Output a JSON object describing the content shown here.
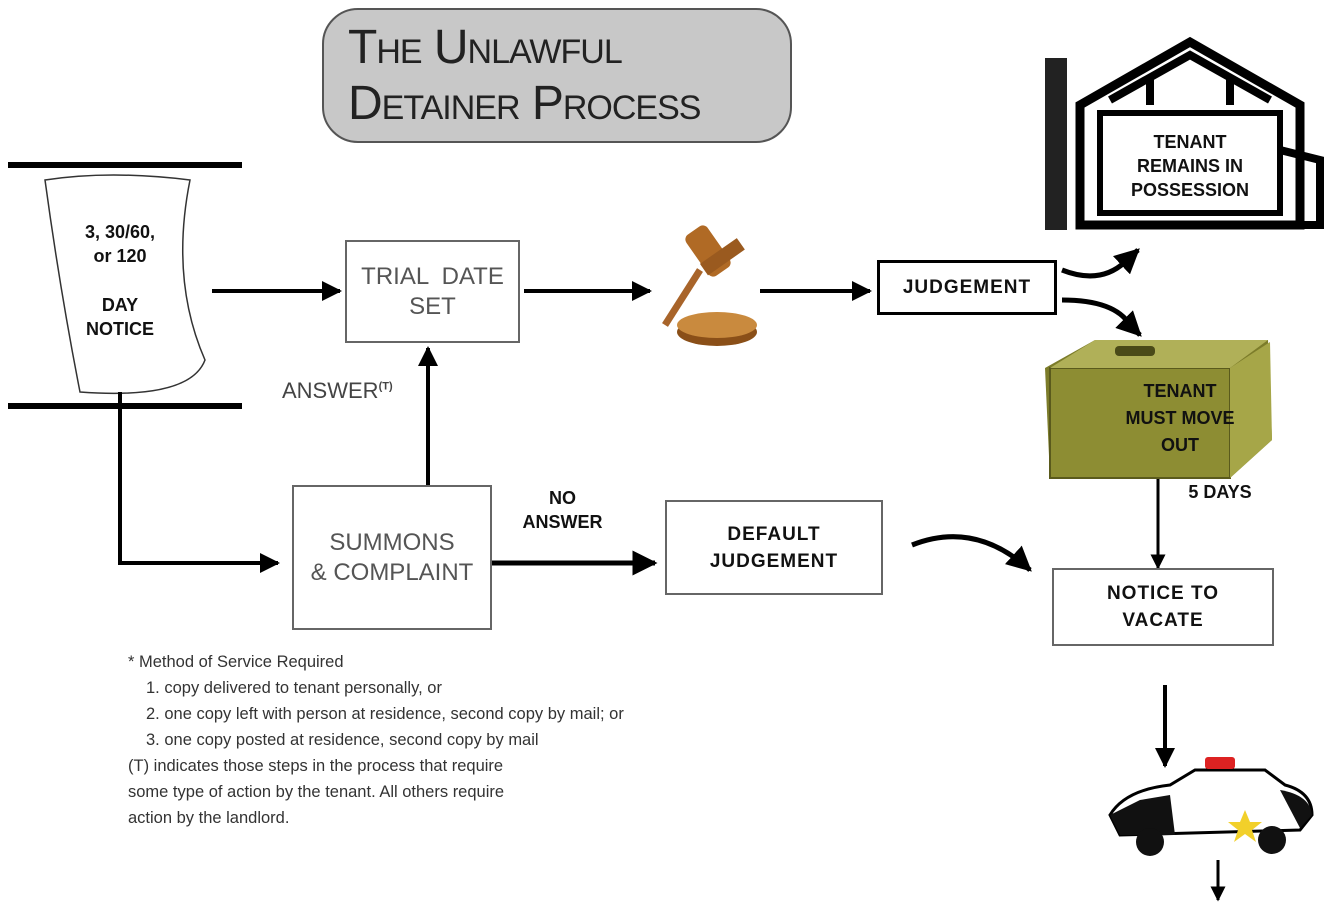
{
  "title": {
    "line1": "The Unlawful",
    "line2": "Detainer Process"
  },
  "notice": {
    "days_line1": "3, 30/60,",
    "days_line2": "or 120",
    "label_line1": "DAY",
    "label_line2": "NOTICE"
  },
  "trial": {
    "line1": "TRIAL  DATE",
    "line2": "SET"
  },
  "judgement": "JUDGEMENT",
  "tenant_remains": {
    "line1": "TENANT",
    "line2": "REMAINS IN",
    "line3": "POSSESSION"
  },
  "tenant_move": {
    "line1": "TENANT",
    "line2": "MUST MOVE",
    "line3": "OUT"
  },
  "five_days": "5 DAYS",
  "answer": {
    "text": "ANSWER",
    "sup": "(T)"
  },
  "summons": {
    "line1": "SUMMONS",
    "line2": "& COMPLAINT"
  },
  "no_answer": {
    "line1": "NO",
    "line2": "ANSWER"
  },
  "default_judgement": {
    "line1": "DEFAULT",
    "line2": "JUDGEMENT"
  },
  "notice_vacate": {
    "line1": "NOTICE TO",
    "line2": "VACATE"
  },
  "footnote": {
    "heading": "* Method of Service Required",
    "items": [
      "1. copy delivered to tenant personally, or",
      "2. one copy left with person at residence, second copy by mail; or",
      "3. one copy posted at residence, second copy by mail"
    ],
    "note_lines": [
      "(T) indicates those steps in the process that require",
      "some type of action by the tenant.  All others require",
      "action by the landlord."
    ]
  },
  "icons": [
    "gavel-icon",
    "house-icon",
    "suitcase-icon",
    "police-car-icon"
  ],
  "colors": {
    "title_bg": "#c8c8c8",
    "gavel": "#b06a25",
    "suitcase": "#8a8a2a"
  }
}
